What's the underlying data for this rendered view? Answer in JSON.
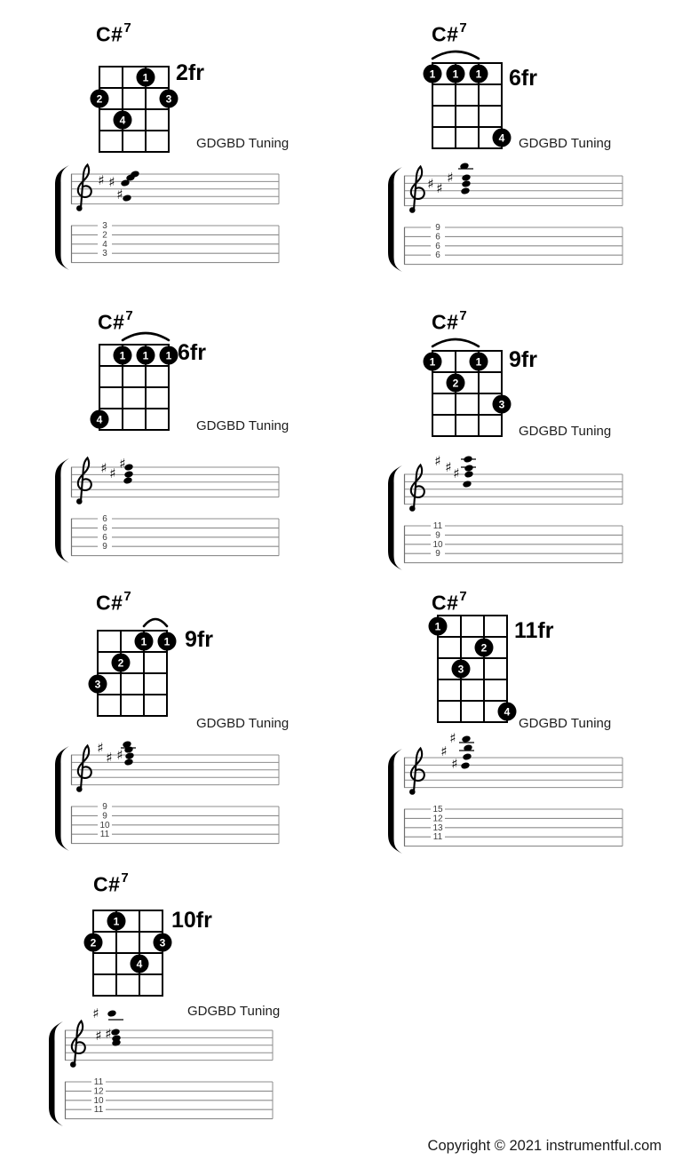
{
  "footer": {
    "text": "Copyright © 2021 instrumentful.com"
  },
  "colors": {
    "ink": "#000000",
    "staff_line": "#8c8c8c",
    "barline": "#6f6f6f",
    "tab_number": "#3d3d3d"
  },
  "chords": [
    {
      "name_root": "C#",
      "name_sup": "7",
      "fret_label": "2fr",
      "tuning_label": "GDGBD Tuning",
      "diagram": {
        "rows": 4,
        "strings": 4,
        "barre": null,
        "dots": [
          {
            "string": 3,
            "fret": 1,
            "finger": "1"
          },
          {
            "string": 1,
            "fret": 2,
            "finger": "2"
          },
          {
            "string": 4,
            "fret": 2,
            "finger": "3"
          },
          {
            "string": 2,
            "fret": 3,
            "finger": "4"
          }
        ]
      },
      "tab": [
        "3",
        "2",
        "4",
        "3"
      ],
      "staff": {
        "sharps": [
          [
            52,
            19
          ],
          [
            64,
            21
          ],
          [
            73,
            35
          ]
        ],
        "notes": [
          [
            79,
            22
          ],
          [
            85,
            16
          ],
          [
            90,
            12
          ],
          [
            81,
            39
          ]
        ],
        "ledgers": []
      }
    },
    {
      "name_root": "C#",
      "name_sup": "7",
      "fret_label": "6fr",
      "tuning_label": "GDGBD Tuning",
      "diagram": {
        "rows": 4,
        "strings": 4,
        "barre": {
          "from": 1,
          "to": 3
        },
        "dots": [
          {
            "string": 1,
            "fret": 1,
            "finger": "1"
          },
          {
            "string": 2,
            "fret": 1,
            "finger": "1"
          },
          {
            "string": 3,
            "fret": 1,
            "finger": "1"
          },
          {
            "string": 4,
            "fret": 4,
            "finger": "4"
          }
        ]
      },
      "tab": [
        "9",
        "6",
        "6",
        "6"
      ],
      "staff": {
        "sharps": [
          [
            48,
            21
          ],
          [
            58,
            26
          ],
          [
            70,
            14
          ]
        ],
        "notes": [
          [
            86,
            1
          ],
          [
            88,
            14
          ],
          [
            88,
            21
          ],
          [
            87,
            29
          ]
        ],
        "ledgers": [
          [
            87,
            4
          ]
        ]
      }
    },
    {
      "name_root": "C#",
      "name_sup": "7",
      "fret_label": "6fr",
      "tuning_label": "GDGBD Tuning",
      "diagram": {
        "rows": 4,
        "strings": 4,
        "barre": {
          "from": 2,
          "to": 4
        },
        "dots": [
          {
            "string": 2,
            "fret": 1,
            "finger": "1"
          },
          {
            "string": 3,
            "fret": 1,
            "finger": "1"
          },
          {
            "string": 4,
            "fret": 1,
            "finger": "1"
          },
          {
            "string": 1,
            "fret": 4,
            "finger": "4"
          }
        ]
      },
      "tab": [
        "6",
        "6",
        "6",
        "9"
      ],
      "staff": {
        "sharps": [
          [
            55,
            13
          ],
          [
            65,
            19
          ],
          [
            76,
            8
          ]
        ],
        "notes": [
          [
            83,
            12
          ],
          [
            83,
            20
          ],
          [
            82,
            27
          ]
        ],
        "ledgers": []
      }
    },
    {
      "name_root": "C#",
      "name_sup": "7",
      "fret_label": "9fr",
      "tuning_label": "GDGBD Tuning",
      "diagram": {
        "rows": 4,
        "strings": 4,
        "barre": {
          "from": 1,
          "to": 3
        },
        "dots": [
          {
            "string": 1,
            "fret": 1,
            "finger": "1"
          },
          {
            "string": 3,
            "fret": 1,
            "finger": "1"
          },
          {
            "string": 2,
            "fret": 2,
            "finger": "2"
          },
          {
            "string": 4,
            "fret": 3,
            "finger": "3"
          }
        ]
      },
      "tab": [
        "11",
        "9",
        "10",
        "9"
      ],
      "staff": {
        "sharps": [
          [
            56,
            -3
          ],
          [
            68,
            4
          ],
          [
            77,
            11
          ]
        ],
        "notes": [
          [
            90,
            -5
          ],
          [
            91,
            5
          ],
          [
            91,
            12
          ],
          [
            89,
            23
          ]
        ],
        "ledgers": [
          [
            90,
            -5
          ],
          [
            90,
            4
          ]
        ]
      }
    },
    {
      "name_root": "C#",
      "name_sup": "7",
      "fret_label": "9fr",
      "tuning_label": "GDGBD Tuning",
      "diagram": {
        "rows": 4,
        "strings": 4,
        "barre": {
          "from": 3,
          "to": 4
        },
        "dots": [
          {
            "string": 3,
            "fret": 1,
            "finger": "1"
          },
          {
            "string": 4,
            "fret": 1,
            "finger": "1"
          },
          {
            "string": 2,
            "fret": 2,
            "finger": "2"
          },
          {
            "string": 1,
            "fret": 3,
            "finger": "3"
          }
        ]
      },
      "tab": [
        "9",
        "9",
        "10",
        "11"
      ],
      "staff": {
        "sharps": [
          [
            51,
            4
          ],
          [
            61,
            15
          ],
          [
            73,
            12
          ]
        ],
        "notes": [
          [
            81,
            0
          ],
          [
            83,
            6
          ],
          [
            84,
            13
          ],
          [
            83,
            20
          ]
        ],
        "ledgers": [
          [
            82,
            4
          ]
        ]
      }
    },
    {
      "name_root": "C#",
      "name_sup": "7",
      "fret_label": "11fr",
      "tuning_label": "GDGBD Tuning",
      "diagram": {
        "rows": 5,
        "strings": 4,
        "barre": null,
        "dots": [
          {
            "string": 1,
            "fret": 1,
            "finger": "1"
          },
          {
            "string": 3,
            "fret": 2,
            "finger": "2"
          },
          {
            "string": 2,
            "fret": 3,
            "finger": "3"
          },
          {
            "string": 4,
            "fret": 5,
            "finger": "4"
          }
        ]
      },
      "tab": [
        "15",
        "12",
        "13",
        "11"
      ],
      "staff": {
        "sharps": [
          [
            73,
            -10
          ],
          [
            63,
            5
          ],
          [
            75,
            19
          ]
        ],
        "notes": [
          [
            88,
            -9
          ],
          [
            90,
            1
          ],
          [
            89,
            11
          ],
          [
            87,
            21
          ]
        ],
        "ledgers": [
          [
            88,
            -5
          ],
          [
            88,
            4
          ]
        ]
      }
    },
    {
      "name_root": "C#",
      "name_sup": "7",
      "fret_label": "10fr",
      "tuning_label": "GDGBD Tuning",
      "diagram": {
        "rows": 4,
        "strings": 4,
        "barre": null,
        "dots": [
          {
            "string": 2,
            "fret": 1,
            "finger": "1"
          },
          {
            "string": 1,
            "fret": 2,
            "finger": "2"
          },
          {
            "string": 4,
            "fret": 2,
            "finger": "3"
          },
          {
            "string": 3,
            "fret": 3,
            "finger": "4"
          }
        ]
      },
      "tab": [
        "11",
        "12",
        "10",
        "11"
      ],
      "staff": {
        "sharps": [
          [
            53,
            -7
          ],
          [
            56,
            18
          ],
          [
            67,
            16
          ]
        ],
        "notes": [
          [
            71,
            -7
          ],
          [
            75,
            14
          ],
          [
            76,
            21
          ],
          [
            76,
            26
          ]
        ],
        "ledgers": [
          [
            75,
            0
          ]
        ]
      }
    }
  ]
}
